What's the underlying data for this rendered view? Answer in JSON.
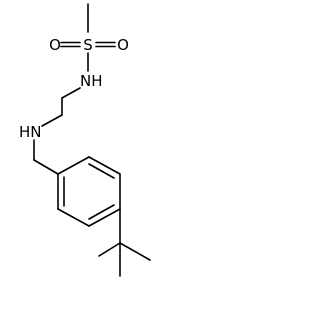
{
  "molecule": {
    "atoms": {
      "sulfur": "S",
      "oxygen_left": "O",
      "oxygen_right": "O",
      "sulfonamide_nitrogen": "NH",
      "amine_nitrogen": "HN"
    }
  }
}
